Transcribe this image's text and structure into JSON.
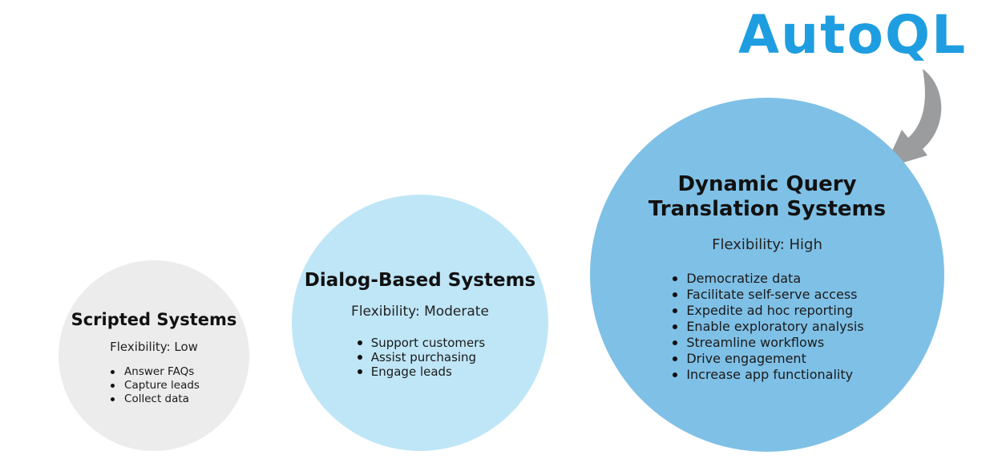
{
  "logo": {
    "text": "AutoQL",
    "color": "#1e9ee0"
  },
  "arrow": {
    "color": "#9a9c9e"
  },
  "circles": [
    {
      "title": "Scripted Systems",
      "flexibility": "Flexibility: Low",
      "bullets": [
        "Answer FAQs",
        "Capture leads",
        "Collect data"
      ],
      "color": "#ececec"
    },
    {
      "title": "Dialog-Based Systems",
      "flexibility": "Flexibility: Moderate",
      "bullets": [
        "Support customers",
        "Assist purchasing",
        "Engage leads"
      ],
      "color": "#bfe6f7"
    },
    {
      "title_line1": "Dynamic Query",
      "title_line2": "Translation Systems",
      "flexibility": "Flexibility: High",
      "bullets": [
        "Democratize data",
        "Facilitate self-serve access",
        "Expedite ad hoc reporting",
        "Enable exploratory analysis",
        "Streamline workflows",
        "Drive engagement",
        "Increase app functionality"
      ],
      "color": "#7fc0e6"
    }
  ]
}
